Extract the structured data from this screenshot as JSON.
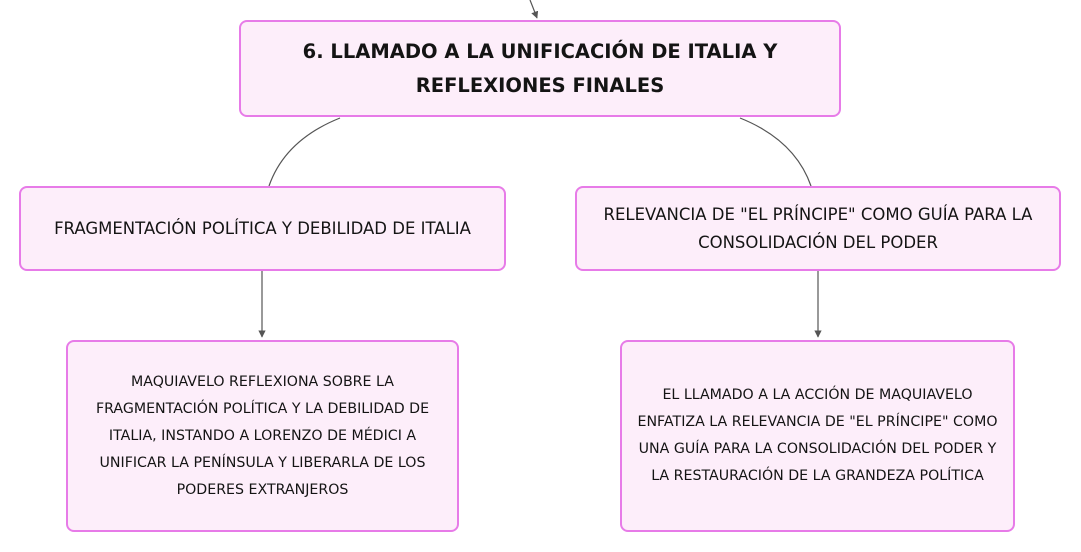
{
  "colors": {
    "node_fill": "#fdeefa",
    "node_border": "#e77be8",
    "connector": "#555555",
    "text": "#141414"
  },
  "root": {
    "title": "6. LLAMADO A LA UNIFICACIÓN DE ITALIA Y REFLEXIONES FINALES"
  },
  "branches": [
    {
      "heading": "FRAGMENTACIÓN POLÍTICA Y DEBILIDAD DE ITALIA",
      "detail": "MAQUIAVELO REFLEXIONA SOBRE LA FRAGMENTACIÓN POLÍTICA Y LA DEBILIDAD DE ITALIA, INSTANDO A LORENZO DE MÉDICI A UNIFICAR LA PENÍNSULA Y LIBERARLA DE LOS PODERES EXTRANJEROS"
    },
    {
      "heading": "RELEVANCIA DE \"EL PRÍNCIPE\" COMO GUÍA PARA LA CONSOLIDACIÓN DEL PODER",
      "detail": "EL LLAMADO A LA ACCIÓN DE MAQUIAVELO ENFATIZA LA RELEVANCIA DE \"EL PRÍNCIPE\" COMO UNA GUÍA PARA LA CONSOLIDACIÓN DEL PODER Y LA RESTAURACIÓN DE LA GRANDEZA POLÍTICA"
    }
  ]
}
